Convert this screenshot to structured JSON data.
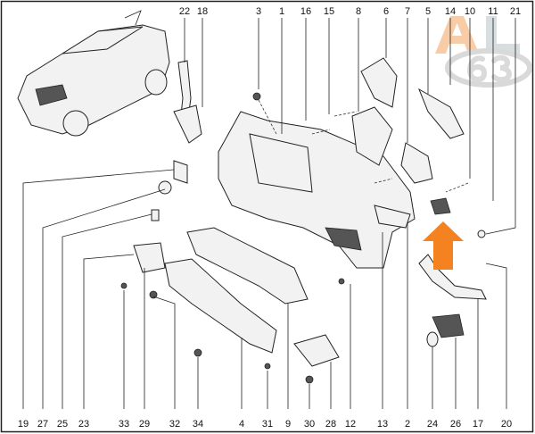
{
  "diagram": {
    "watermark": {
      "text": "AL",
      "number": "63",
      "colors": {
        "a": "#f4a460",
        "l": "#b8c4c8",
        "oval": "#c8c8c8"
      }
    },
    "arrow_color": "#f58220",
    "top_labels": [
      "22",
      "18",
      "3",
      "1",
      "16",
      "15",
      "8",
      "6",
      "7",
      "5",
      "14",
      "10",
      "11",
      "21"
    ],
    "bottom_labels": [
      "19",
      "27",
      "25",
      "23",
      "33",
      "29",
      "32",
      "34",
      "4",
      "31",
      "9",
      "30",
      "28",
      "12",
      "13",
      "2",
      "24",
      "26",
      "17",
      "20"
    ]
  }
}
